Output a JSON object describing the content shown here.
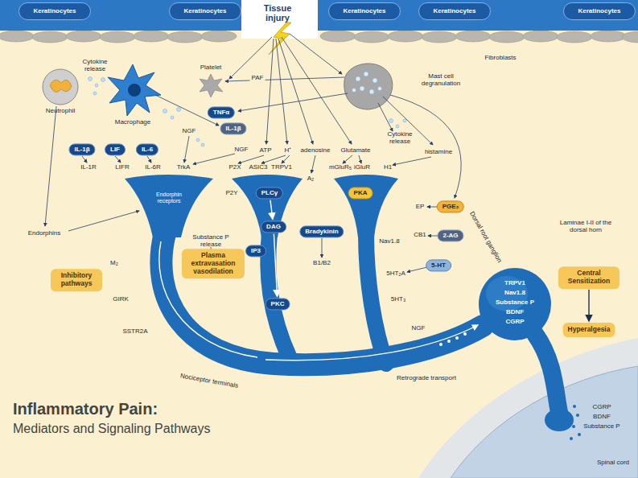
{
  "diagram": {
    "title": "Inflammatory Pain:",
    "caption": "Mediators and Signaling Pathways",
    "nodes": [
      {
        "text": [
          "Keratinocytes"
        ]
      },
      {
        "text": [
          "Keratinocytes"
        ]
      },
      {
        "text": [
          "Keratinocytes"
        ]
      },
      {
        "text": [
          "Keratinocytes"
        ]
      },
      {
        "text": [
          "Keratinocytes"
        ]
      },
      {
        "text": [
          "TNFα"
        ]
      },
      {
        "text": [
          "IL-1β"
        ]
      },
      {
        "text": [
          "IL-1β"
        ]
      },
      {
        "text": [
          "LIF"
        ]
      },
      {
        "text": [
          "IL-6"
        ]
      },
      {
        "text": [
          "PLCγ"
        ]
      },
      {
        "text": [
          "DAG"
        ]
      },
      {
        "text": [
          "IP3"
        ]
      },
      {
        "text": [
          "Bradykinin"
        ]
      },
      {
        "text": [
          "PKC"
        ]
      },
      {
        "text": [
          "PKA"
        ]
      },
      {
        "text": [
          "PGE₂"
        ]
      },
      {
        "text": [
          "2-AG"
        ]
      },
      {
        "text": [
          "5-HT"
        ]
      },
      {
        "text": [
          "Inhibitory pathways"
        ]
      },
      {
        "text": [
          "Plasma extravasation vasodilation"
        ]
      },
      {
        "text": [
          "Central Sensitization"
        ]
      },
      {
        "text": [
          "Hyperalgesia"
        ]
      }
    ],
    "edges": [
      {
        "from": 10,
        "to": 11,
        "arrow": "to"
      },
      {
        "from": 11,
        "to": 14,
        "arrow": "to"
      },
      {
        "from": 21,
        "to": 22,
        "arrow": "to"
      }
    ],
    "labels": [
      "Tissue injury",
      "Cytokine release",
      "Neutrophil",
      "Macrophage",
      "Platelet",
      "PAF",
      "Mast cell degranulation",
      "Fibroblasts",
      "NGF",
      "NGF",
      "ATP",
      "H⁺",
      "adenosine",
      "Glutamate",
      "Cytokine release",
      "histamine",
      "IL-1R",
      "LIFR",
      "IL-6R",
      "TrkA",
      "P2X",
      "ASIC3",
      "TRPV1",
      "A₂",
      "mGluR₅",
      "iGluR",
      "H1",
      "P2Y",
      "Endorphins",
      "Endorphin receptors",
      "Substance P release",
      "M₂",
      "GIRK",
      "SSTR2A",
      "B1/B2",
      "EP",
      "CB1",
      "Nav1.8",
      "5HT₂A",
      "5HT₃",
      "Dorsal root ganglion",
      "TRPV1",
      "Nav1.8",
      "Substance P",
      "BDNF",
      "CGRP",
      "NGF",
      "Retrograde transport",
      "Nociceptor terminals",
      "Laminae I-II of the dorsal horn",
      "CGRP",
      "BDNF",
      "Substance P",
      "Spinal cord"
    ]
  }
}
